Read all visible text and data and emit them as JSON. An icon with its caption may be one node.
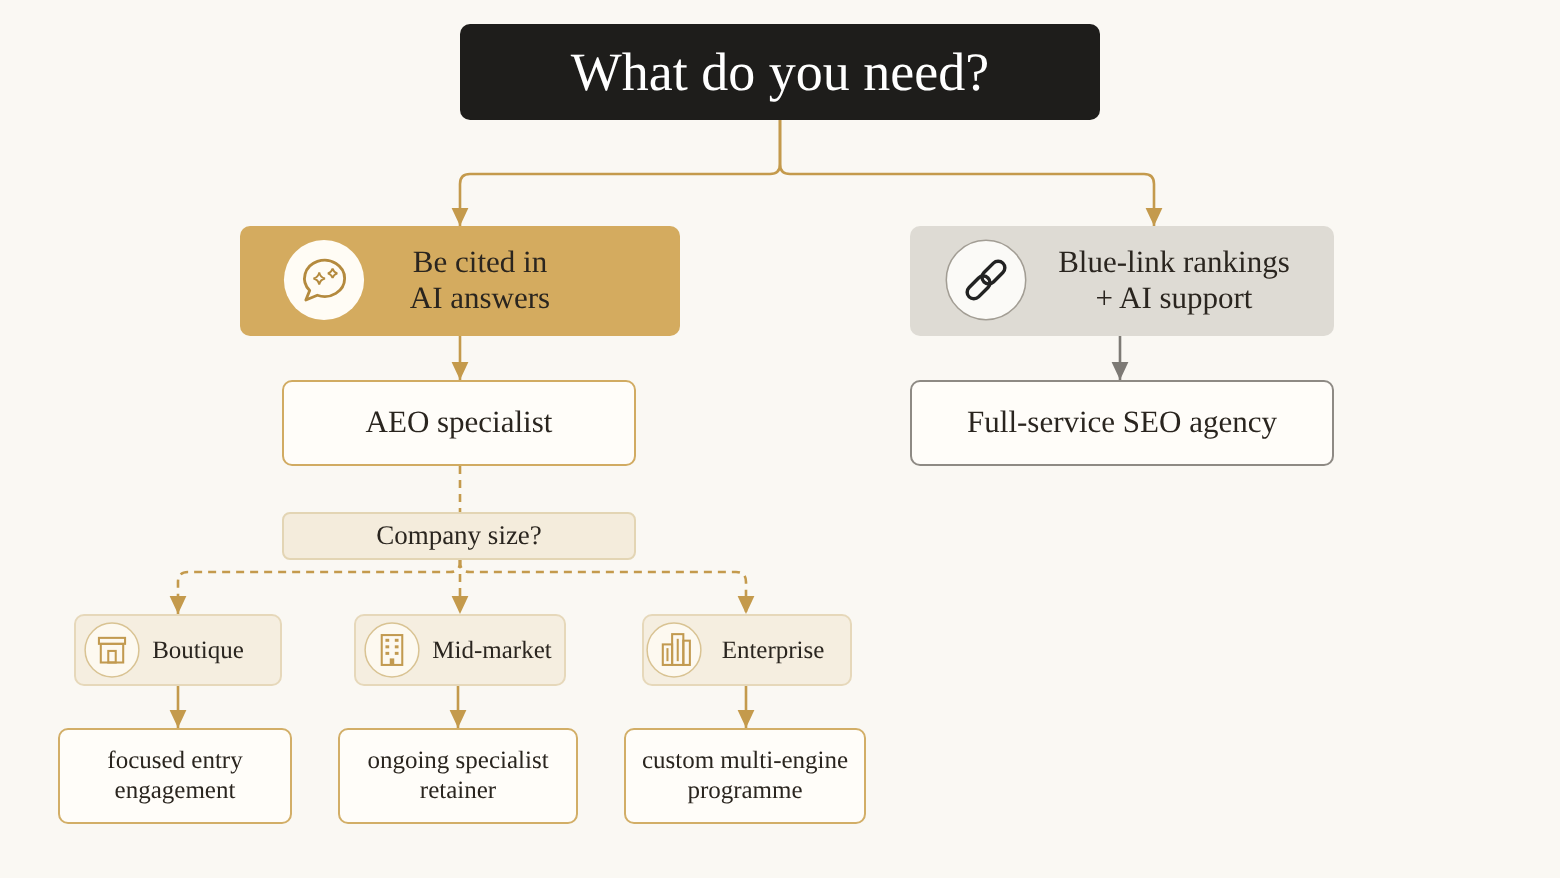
{
  "diagram": {
    "nodes": [
      {
        "text": [
          "What do you need?"
        ]
      },
      {
        "text": [
          "Be cited in AI answers"
        ]
      },
      {
        "text": [
          "Blue-link rankings + AI support"
        ]
      },
      {
        "text": [
          "AEO specialist"
        ]
      },
      {
        "text": [
          "Full-service SEO agency"
        ]
      },
      {
        "text": [
          "Company size?"
        ]
      },
      {
        "text": [
          "Boutique"
        ]
      },
      {
        "text": [
          "Mid-market"
        ]
      },
      {
        "text": [
          "Enterprise"
        ]
      },
      {
        "text": [
          "focused entry engagement"
        ]
      },
      {
        "text": [
          "ongoing specialist retainer"
        ]
      },
      {
        "text": [
          "custom multi-engine programme"
        ]
      }
    ],
    "edges": [
      {
        "from": 0,
        "to": 1,
        "arrow": "to"
      },
      {
        "from": 0,
        "to": 2,
        "arrow": "to"
      },
      {
        "from": 1,
        "to": 3,
        "arrow": "to"
      },
      {
        "from": 2,
        "to": 4,
        "arrow": "to",
        "color": "#7d7a75"
      },
      {
        "from": 3,
        "to": 5,
        "arrow": "none",
        "style": "dashed"
      },
      {
        "from": 5,
        "to": 6,
        "arrow": "to",
        "style": "dashed"
      },
      {
        "from": 5,
        "to": 7,
        "arrow": "to",
        "style": "dashed"
      },
      {
        "from": 5,
        "to": 8,
        "arrow": "to",
        "style": "dashed"
      },
      {
        "from": 6,
        "to": 9,
        "arrow": "to"
      },
      {
        "from": 7,
        "to": 10,
        "arrow": "to"
      },
      {
        "from": 8,
        "to": 11,
        "arrow": "to"
      }
    ]
  }
}
